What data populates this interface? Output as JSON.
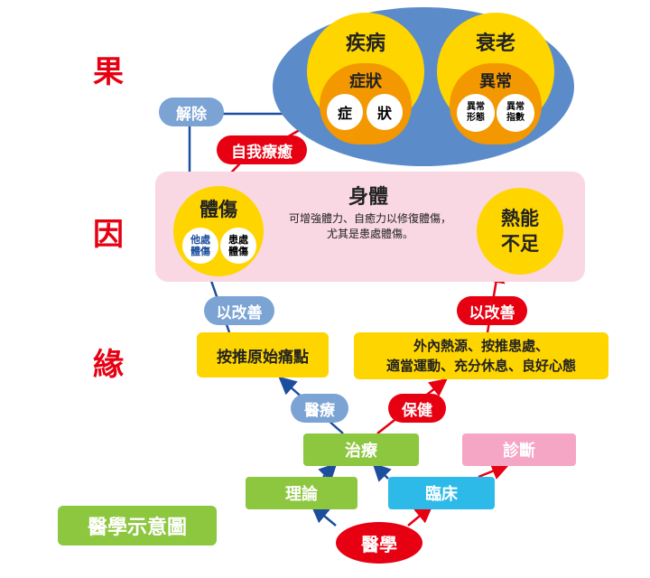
{
  "side_labels": [
    "果",
    "因",
    "緣"
  ],
  "top": {
    "disease": {
      "title": "疾病",
      "symptom": "症狀",
      "sub_left": "症",
      "sub_right": "狀"
    },
    "aging": {
      "title": "衰老",
      "abnormal": "異常",
      "sub_left": "異常\n形態",
      "sub_right": "異常\n指數"
    }
  },
  "relief_label": "解除",
  "self_heal_label": "自我療癒",
  "body": {
    "title": "身體",
    "description": "可增強體力、自癒力以修復體傷，\n尤其是患處體傷。",
    "injury": {
      "title": "體傷",
      "left": "他處\n體傷",
      "right": "患處\n體傷"
    },
    "heat": {
      "title": "熱能\n不足"
    }
  },
  "improve_left": "以改善",
  "improve_right": "以改善",
  "acupressure_box": "按推原始痛點",
  "lifestyle_box": "外內熱源、按推患處、\n適當運動、充分休息、良好心態",
  "medical_treatment": "醫療",
  "health_care": "保健",
  "treatment": "治療",
  "diagnosis": "診斷",
  "theory": "理論",
  "clinical": "臨床",
  "medicine": "醫學",
  "caption": "醫學示意圖",
  "colors": {
    "red": "#e60012",
    "blue": "#1d4e9e",
    "yellow": "#ffd500",
    "orange": "#f39800",
    "ellipse_blue": "#5b8cc9",
    "pink_bg": "#f9d7e3",
    "green": "#8dc63f",
    "cyan": "#2ebae8",
    "pink": "#f4a6c4",
    "pill_blue": "#7ba3d4"
  }
}
